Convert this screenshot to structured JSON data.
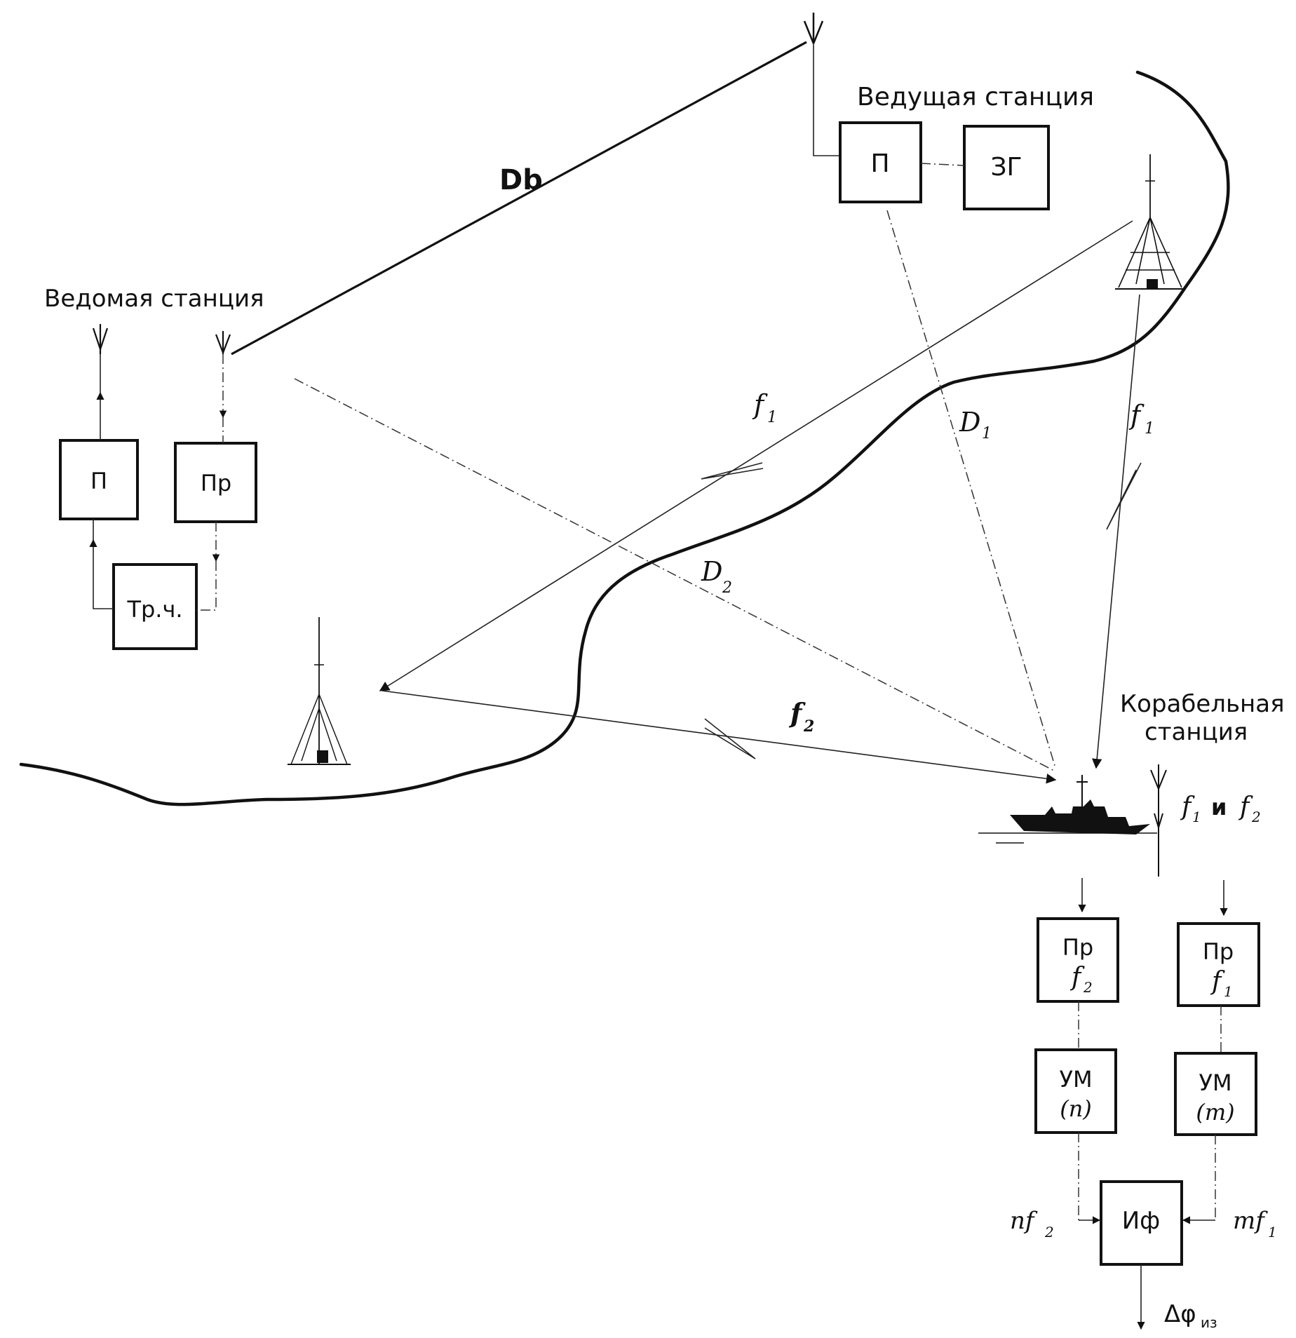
{
  "master_station": {
    "title": "Ведущая станция",
    "transmitter": "П",
    "generator": "ЗГ"
  },
  "slave_station": {
    "title": "Ведомая станция",
    "transmitter": "П",
    "receiver": "Пр",
    "frequency_converter": "Тр.ч."
  },
  "ship_station": {
    "title_line1": "Корабельная",
    "title_line2": "станция",
    "antenna_label_f1": "f",
    "antenna_label_sub1": "1",
    "antenna_label_and": "и",
    "antenna_label_f2": "f",
    "antenna_label_sub2": "2",
    "receiver_f2_label": "Пр",
    "receiver_f2_freq": "f",
    "receiver_f2_sub": "2",
    "receiver_f1_label": "Пр",
    "receiver_f1_freq": "f",
    "receiver_f1_sub": "1",
    "multiplier_n_label": "УМ",
    "multiplier_n_factor": "(n)",
    "multiplier_m_label": "УМ",
    "multiplier_m_factor": "(m)",
    "phase_meter": "Иф",
    "input_nf2": "nf",
    "input_nf2_sub": "2",
    "input_mf1": "mf",
    "input_mf1_sub": "1",
    "output_symbol": "Δφ",
    "output_sub": "из"
  },
  "paths": {
    "baseline": "Db",
    "distance_1": "D",
    "distance_1_sub": "1",
    "distance_2": "D",
    "distance_2_sub": "2",
    "signal_f1_left": "f",
    "signal_f1_left_sub": "1",
    "signal_f1_right": "f",
    "signal_f1_right_sub": "1",
    "signal_f2": "f",
    "signal_f2_sub": "2"
  }
}
